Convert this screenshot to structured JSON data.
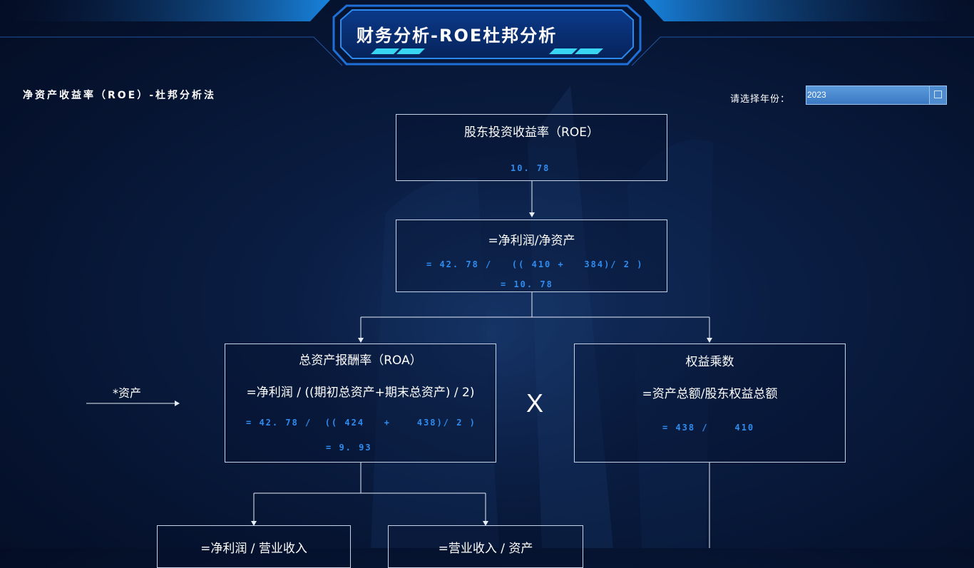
{
  "header": {
    "title": "财务分析-ROE杜邦分析"
  },
  "section": {
    "title": "净资产收益率（ROE）-杜邦分析法"
  },
  "year_filter": {
    "label": "请选择年份：",
    "value": "2023"
  },
  "roe_box": {
    "title": "股东投资收益率（ROE）",
    "value": "10. 78"
  },
  "roe_formula_box": {
    "formula": "=净利润/净资产",
    "calc": "= 42. 78 /   (( 410 +   384)/ 2 )",
    "result": "= 10. 78"
  },
  "roa_box": {
    "title": "总资产报酬率（ROA）",
    "formula": "=净利润 / ((期初总资产+期末总资产) / 2)",
    "calc": "= 42. 78 /  (( 424   +    438)/ 2 )",
    "result": "= 9. 93"
  },
  "equity_box": {
    "title": "权益乘数",
    "formula": "=资产总额/股东权益总额",
    "calc": "= 438 /    410"
  },
  "operator": "X",
  "side_note": "*资产",
  "bottom_boxes": [
    {
      "formula": "=净利润 / 营业收入"
    },
    {
      "formula": "=营业收入 / 资产"
    }
  ]
}
